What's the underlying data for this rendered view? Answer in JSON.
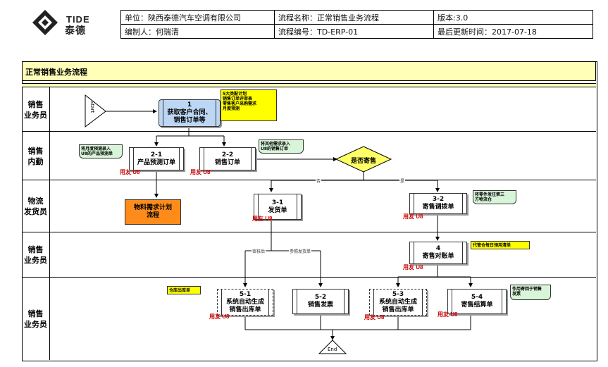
{
  "header": {
    "brand_en": "TIDE",
    "brand_cn": "泰德",
    "row1": [
      "单位：陕西泰德汽车空调有限公司",
      "流程名称：正常销售业务流程",
      "版本:3.0"
    ],
    "row2": [
      "编制人：何瑞清",
      "流程编号：TD-ERP-01",
      "最后更新时间：2017-07-18"
    ]
  },
  "diagram_title": "正常销售业务流程",
  "lanes": [
    "销售\n业务员",
    "销售\n内勤",
    "物流\n发货员",
    "销售\n业务员",
    "销售\n业务员"
  ],
  "start_label": "Start",
  "end_label": "End",
  "ufu_label": "用友 U8",
  "nodes": {
    "n1": {
      "num": "1",
      "text": "获取客户合同、销售订单等"
    },
    "n21": {
      "num": "2-1",
      "text": "产品预测订单"
    },
    "n22": {
      "num": "2-2",
      "text": "销售订单"
    },
    "decision": {
      "text": "是否寄售"
    },
    "mrp": {
      "text": "物料需求计划流程"
    },
    "n31": {
      "num": "3-1",
      "text": "发货单"
    },
    "n32": {
      "num": "3-2",
      "text": "寄售调拨单"
    },
    "n4": {
      "num": "4",
      "text": "寄售对账单"
    },
    "n51": {
      "num": "5-1",
      "text": "系统自动生成销售出库单"
    },
    "n52": {
      "num": "5-2",
      "text": "销售发票"
    },
    "n53": {
      "num": "5-3",
      "text": "系统自动生成销售出库单"
    },
    "n54": {
      "num": "5-4",
      "text": "寄售结算单"
    }
  },
  "notes": {
    "note1": "5大类配计划\n销售订单评审表\n零售客户采购需求\n月度预测",
    "note2": "将月度预测录入\nU8的产品预测单",
    "note3": "将其他需求录入\nU8的销售订单",
    "note4": "将零件发往第三\n方物流仓",
    "note5": "代管仓每日领用清单",
    "note6": "仓库出库单",
    "note7": "作用寄回于销售\n发票"
  },
  "edges": {
    "no": "否",
    "yes": "是",
    "after_audit": "审核后",
    "ref_ship": "参照发货单"
  }
}
